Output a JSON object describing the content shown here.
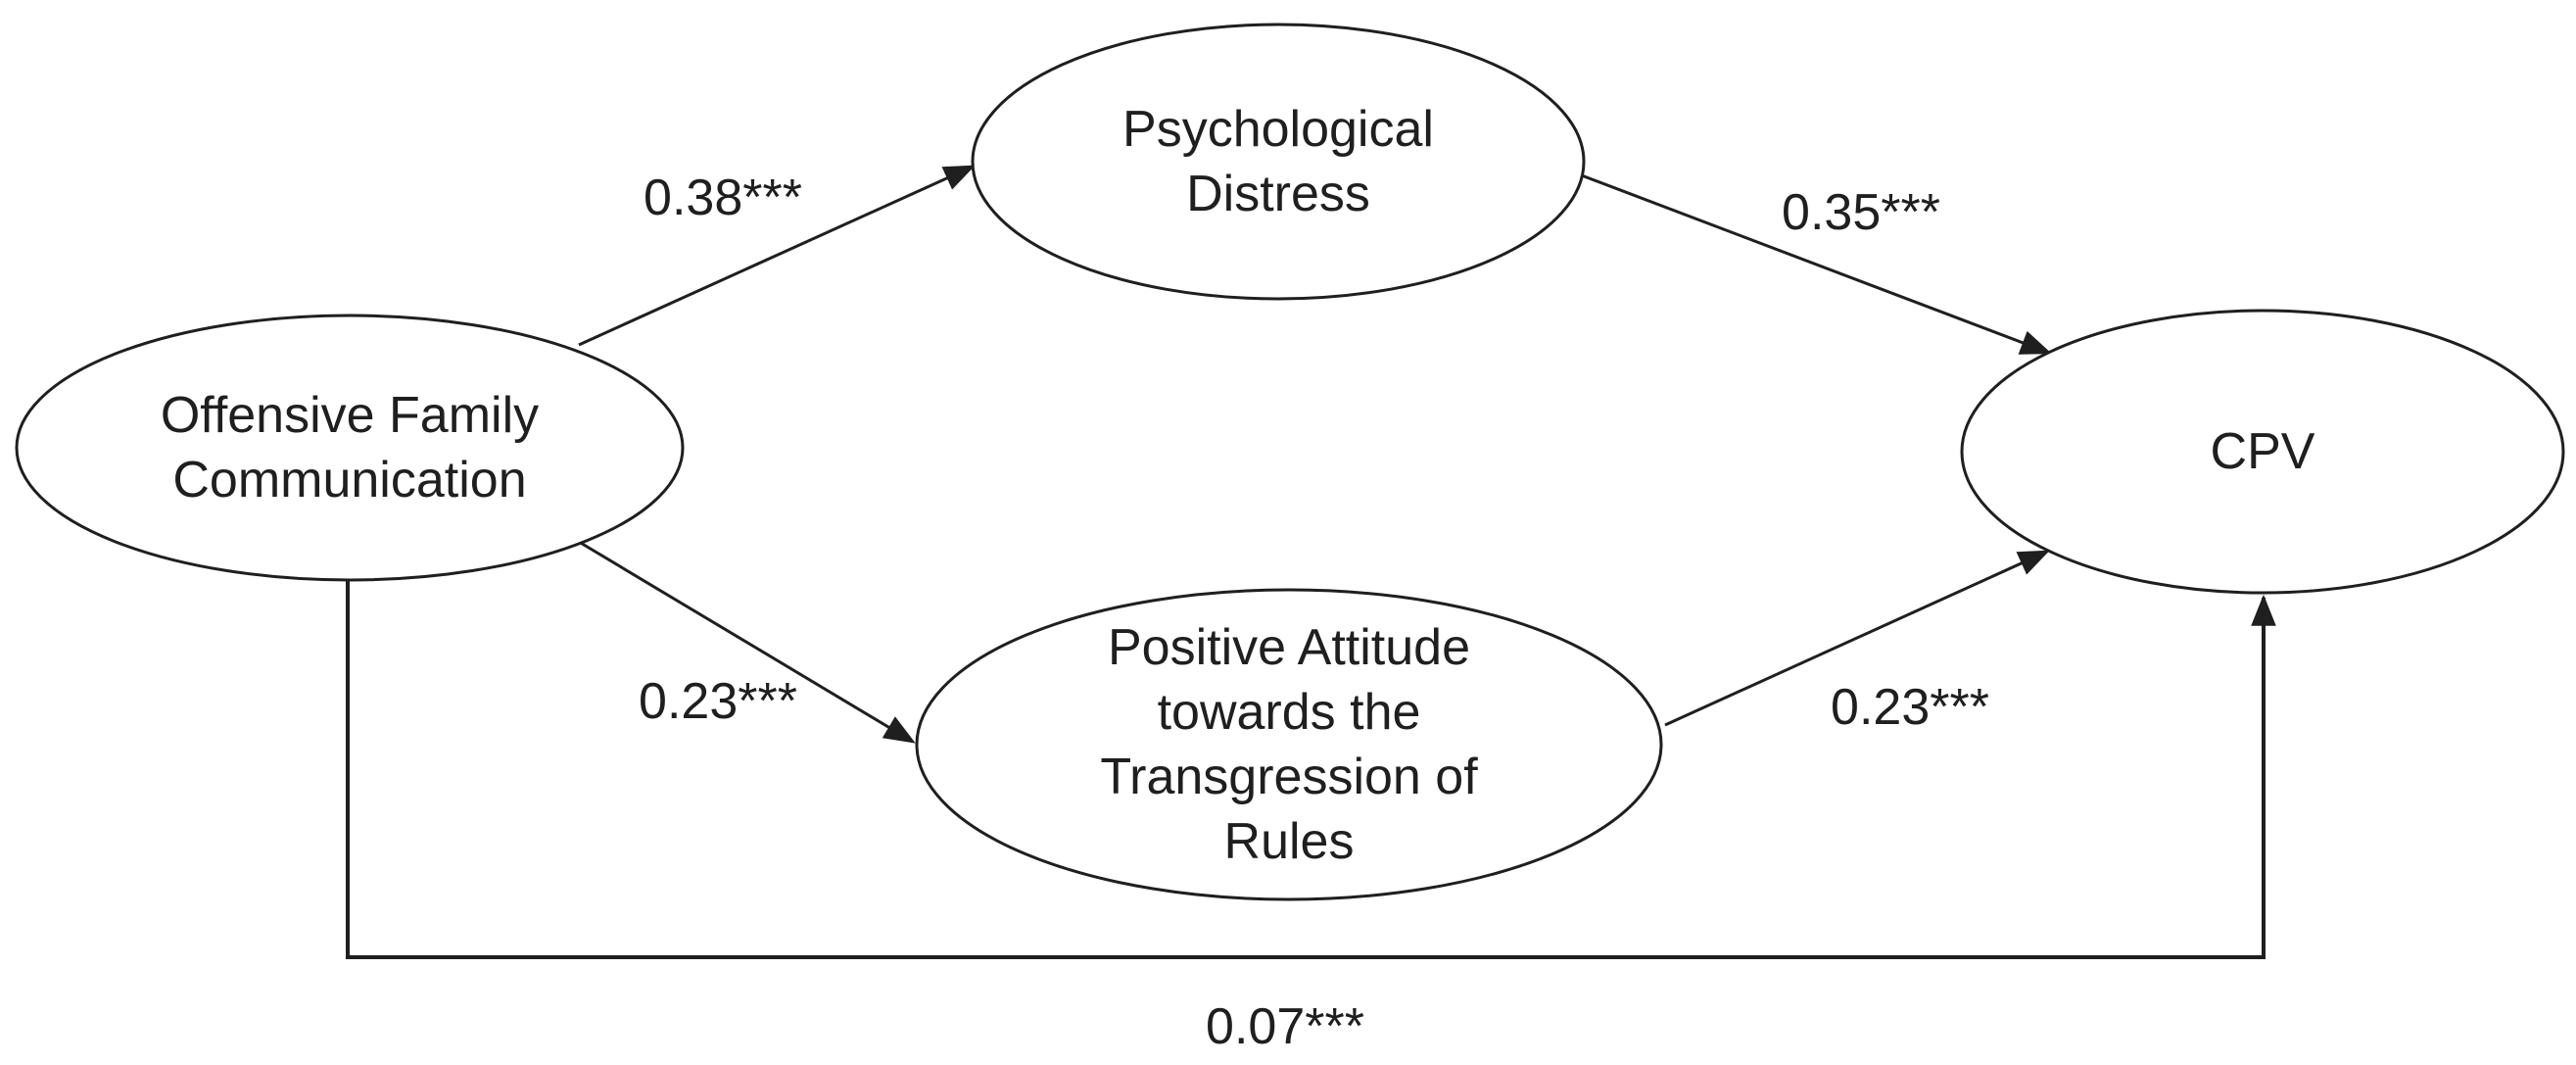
{
  "figure": {
    "type": "path-diagram",
    "background_color": "#ffffff",
    "line_color": "#1f1f1f",
    "text_color": "#1f1f1f"
  },
  "diagram": {
    "nodes": [
      {
        "id": "offensive-family-communication",
        "label": "Offensive Family\nCommunication",
        "shape": "ellipse"
      },
      {
        "id": "psychological-distress",
        "label": "Psychological\nDistress",
        "shape": "ellipse"
      },
      {
        "id": "positive-attitude-transgression-rules",
        "label": "Positive Attitude\ntowards the\nTransgression of\nRules",
        "shape": "ellipse"
      },
      {
        "id": "cpv",
        "label": "CPV",
        "shape": "ellipse"
      }
    ],
    "edges": [
      {
        "from": "offensive-family-communication",
        "to": "psychological-distress",
        "coefficient": "0.38***"
      },
      {
        "from": "psychological-distress",
        "to": "cpv",
        "coefficient": "0.35***"
      },
      {
        "from": "offensive-family-communication",
        "to": "positive-attitude-transgression-rules",
        "coefficient": "0.23***"
      },
      {
        "from": "positive-attitude-transgression-rules",
        "to": "cpv",
        "coefficient": "0.23***"
      },
      {
        "from": "offensive-family-communication",
        "to": "cpv",
        "coefficient": "0.07***"
      }
    ]
  }
}
